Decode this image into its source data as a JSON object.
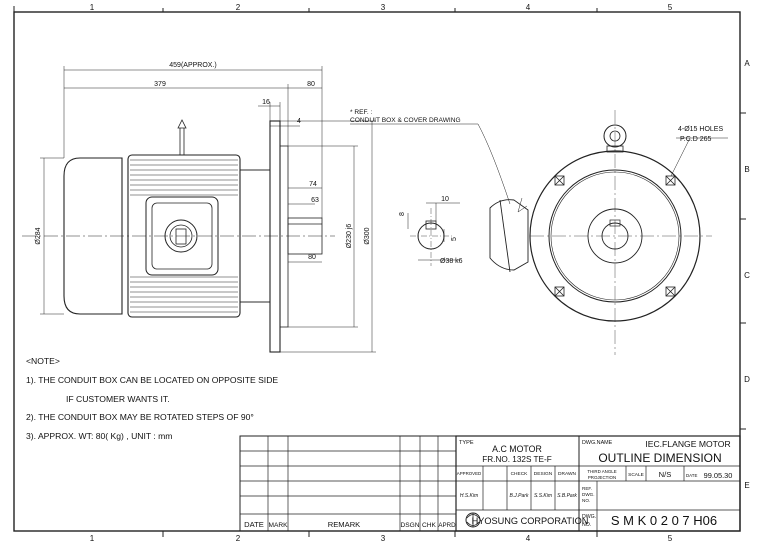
{
  "frame": {
    "top_cols": [
      "1",
      "2",
      "3",
      "4",
      "5"
    ],
    "bottom_cols": [
      "1",
      "2",
      "3",
      "4",
      "5"
    ],
    "rows": [
      "A",
      "B",
      "C",
      "D",
      "E"
    ]
  },
  "dimensions": {
    "overall_length": "459(APPROX.)",
    "body_length": "379",
    "shaft_length": "80",
    "flange_offset": "16",
    "flange_thickness": "4",
    "dim_74": "74",
    "dim_63": "63",
    "dim_80": "80",
    "body_dia": "Ø284",
    "spigot_dia": "Ø230 j6",
    "flange_dia": "Ø300",
    "key_width": "10",
    "key_height": "8",
    "key_depth": "5",
    "shaft_dia": "Ø38 k6",
    "holes": "4-Ø15 HOLES",
    "pcd": "P.C.D 265"
  },
  "ref_note": {
    "line1": "* REF. :",
    "line2": "CONDUIT BOX & COVER DRAWING"
  },
  "notes": {
    "heading": "<NOTE>",
    "n1a": "1). THE CONDUIT BOX CAN BE LOCATED ON OPPOSITE SIDE",
    "n1b": "IF CUSTOMER WANTS IT.",
    "n2": "2). THE CONDUIT BOX  MAY BE ROTATED STEPS OF 90°",
    "n3": "3). APPROX. WT:  80( Kg) , UNIT :  mm"
  },
  "revision_table": {
    "date": "DATE",
    "mark": "MARK",
    "remark": "REMARK",
    "dsgn": "DSGN",
    "chk": "CHK",
    "aprd": "APRD"
  },
  "title_block": {
    "type_label": "TYPE",
    "type_value": "A.C MOTOR",
    "frame_no": "FR.NO. 132S TE-F",
    "approved": "APPROVED",
    "check": "CHECK",
    "design": "DESIGN",
    "drawn": "DRAWN",
    "sig1": "H.S.Kim",
    "sig2": "B.J.Park",
    "sig3": "S.S.Kim",
    "sig4": "S.B.Park",
    "company": "HYOSUNG CORPORATION",
    "dwg_name_label": "DWG.NAME",
    "dwg_name_1": "IEC.FLANGE MOTOR",
    "dwg_name_2": "OUTLINE DIMENSION",
    "projection_1": "THIRD ANGLE",
    "projection_2": "PROJECTION",
    "scale_label": "SCALE",
    "scale_value": "N/S",
    "date_label": "DATE",
    "date_value": "99.05.30",
    "ref_1": "REF.",
    "ref_2": "DWG.",
    "ref_3": "NO.",
    "dwg_no_label_1": "DWG.",
    "dwg_no_label_2": "NO.",
    "dwg_no": "S M K 0 2 0 7 H06"
  }
}
